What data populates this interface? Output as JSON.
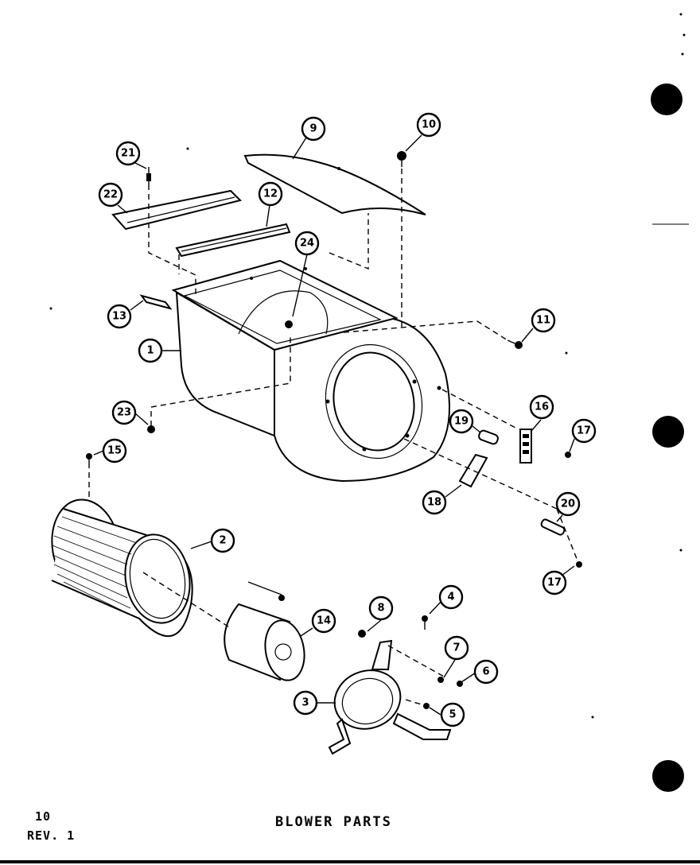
{
  "page_number": "10",
  "revision": "REV. 1",
  "title": "BLOWER PARTS",
  "callouts": [
    "1",
    "2",
    "3",
    "4",
    "5",
    "6",
    "7",
    "8",
    "9",
    "10",
    "11",
    "12",
    "13",
    "14",
    "15",
    "16",
    "17",
    "18",
    "19",
    "20",
    "21",
    "22",
    "23",
    "24"
  ]
}
